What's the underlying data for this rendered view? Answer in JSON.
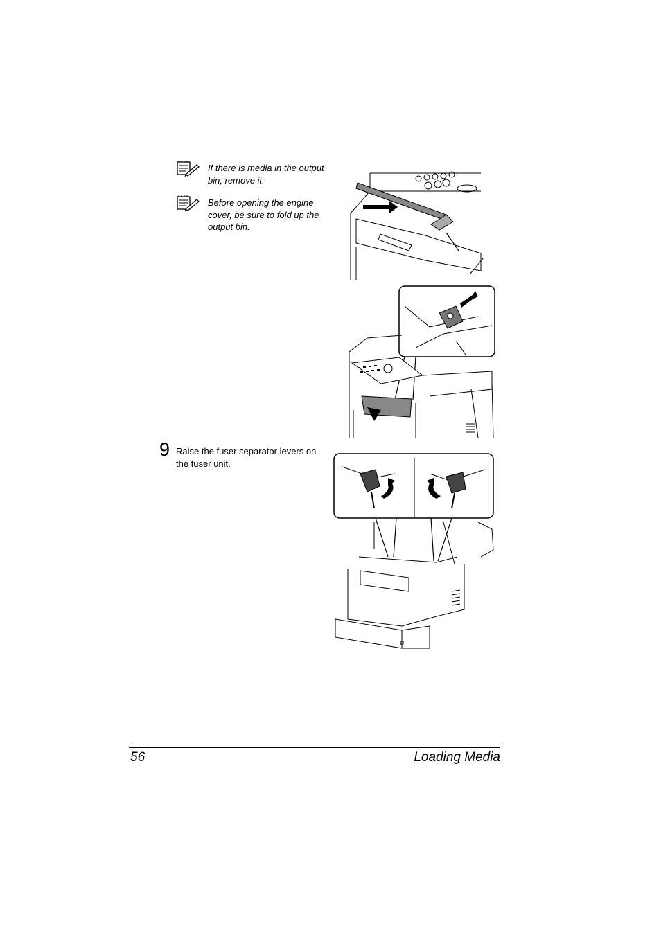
{
  "notes": [
    {
      "icon": "note-pad-pencil-icon",
      "text": "If there is media in the output bin, remove it."
    },
    {
      "icon": "note-pad-pencil-icon",
      "text": "Before opening the engine cover, be sure to fold up the output bin."
    }
  ],
  "step": {
    "number": "9",
    "text": "Raise the fuser separator levers on the fuser unit."
  },
  "footer": {
    "page_number": "56",
    "section_title": "Loading Media"
  }
}
